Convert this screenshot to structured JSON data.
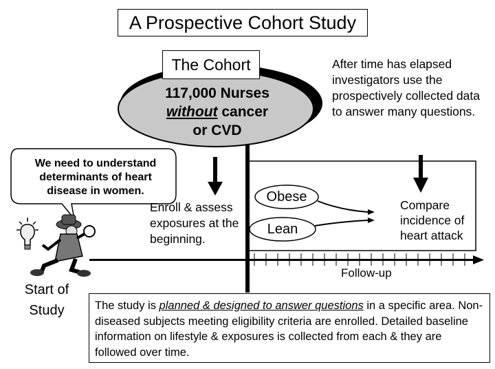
{
  "title": "A Prospective Cohort Study",
  "cohort": {
    "label": "The Cohort",
    "line1": "117,000 Nurses",
    "line2_em": "without",
    "line2_rest": " cancer",
    "line3": "or CVD"
  },
  "after_text": "After time has elapsed investigators use the prospectively collected data to answer many questions.",
  "speech": "We need to understand determinants of heart disease in women.",
  "enroll_text": "Enroll & assess exposures at the beginning.",
  "groups": {
    "obese": "Obese",
    "lean": "Lean"
  },
  "compare_text": "Compare incidence of heart attack",
  "followup_label": "Follow-up",
  "start_label": "Start of Study",
  "description": {
    "part1": "The study is ",
    "emphasis": "planned & designed to answer questions",
    "part2": " in a specific area. Non-diseased subjects meeting eligibility criteria are enrolled. Detailed baseline information on lifestyle & exposures is collected from each & they are followed over time."
  },
  "icons": [
    "lightbulb-icon",
    "detective-icon"
  ]
}
